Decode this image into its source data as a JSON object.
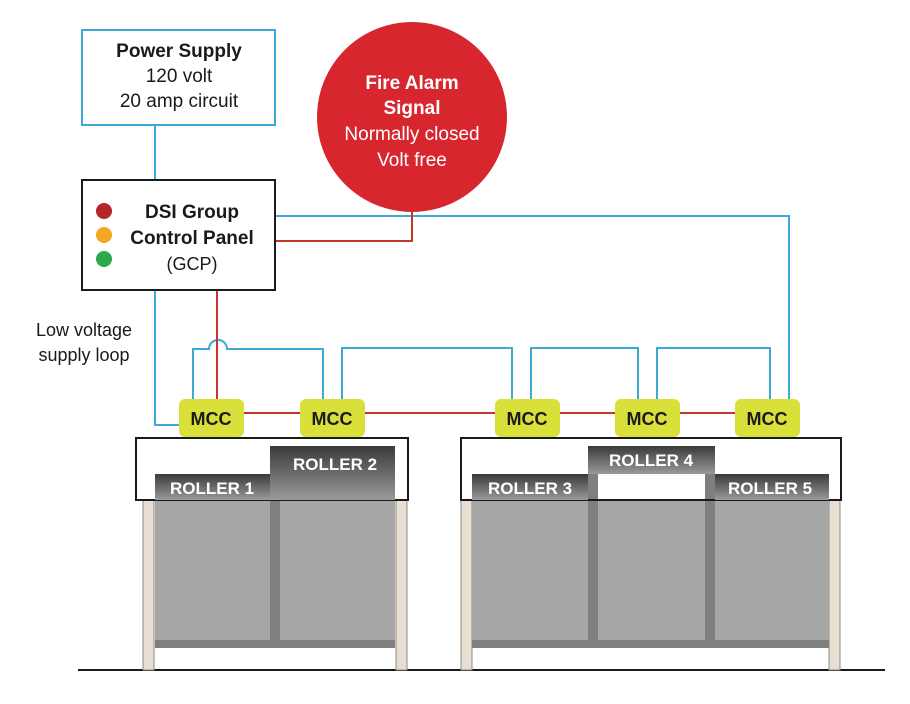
{
  "power_supply": {
    "title": "Power Supply",
    "line1": "120 volt",
    "line2": "20 amp circuit"
  },
  "fire_alarm": {
    "title1": "Fire Alarm",
    "title2": "Signal",
    "line1": "Normally closed",
    "line2": "Volt free"
  },
  "control_panel": {
    "line1": "DSI Group",
    "line2": "Control Panel",
    "line3": "(GCP)",
    "indicator_colors": [
      "#b5262b",
      "#f5a623",
      "#2ea84a"
    ]
  },
  "supply_loop_label": {
    "line1": "Low voltage",
    "line2": "supply loop"
  },
  "mcc_label": "MCC",
  "rollers": [
    "ROLLER 1",
    "ROLLER 2",
    "ROLLER 3",
    "ROLLER 4",
    "ROLLER 5"
  ],
  "colors": {
    "blue_wire": "#3fa9d6",
    "red_wire": "#c0392b",
    "alarm_red": "#d8262f",
    "mcc_yellow": "#d9e03a",
    "roller_gray": "#a6a6a6",
    "roller_frame": "#7f7f7f",
    "post": "#e8dfd2"
  }
}
